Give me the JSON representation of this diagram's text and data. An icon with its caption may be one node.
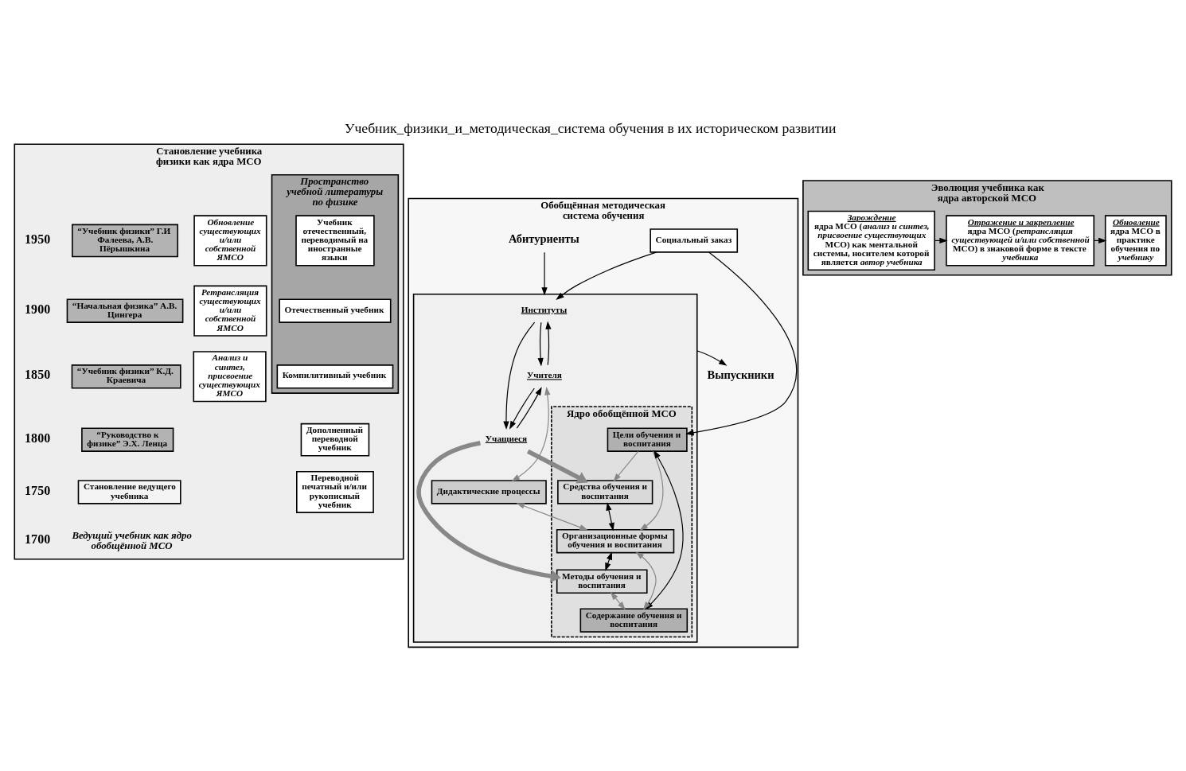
{
  "diagram": {
    "title": "Учебник_физики_и_методическая_система обучения в их историческом развитии",
    "nodes": [
      {
        "text": [
          "Становление учебника физики как ядра МСО"
        ]
      },
      {
        "text": [
          "Пространство",
          "учебной литературы",
          "по физике"
        ],
        "in": 0
      },
      {
        "text": [
          "Учебник отечественный, переводимый на иностранные языки"
        ],
        "in": 1
      },
      {
        "text": [
          "Отечественный учебник"
        ],
        "in": 1
      },
      {
        "text": [
          "Компилятивный учебник"
        ],
        "in": 1
      },
      {
        "text": [
          "Дополненный переводной учебник"
        ],
        "in": 0
      },
      {
        "text": [
          "Переводной печатный и/или рукописный учебник"
        ],
        "in": 0
      },
      {
        "text": [
          "Обновление существующих и/или собственной ЯМСО"
        ],
        "in": 0
      },
      {
        "text": [
          "Ретрансляция существующих и/или собственной ЯМСО"
        ],
        "in": 0
      },
      {
        "text": [
          "Анализ и синтез, присвоение существующих ЯМСО"
        ],
        "in": 0
      },
      {
        "text": [
          "“Учебник физики” Г.И Фалеева, А.В. Пёрышкина"
        ],
        "in": 0
      },
      {
        "text": [
          "“Начальная физика” А.В. Цингера"
        ],
        "in": 0
      },
      {
        "text": [
          "“Учебник физики” К.Д. Краевича"
        ],
        "in": 0
      },
      {
        "text": [
          "“Руководство к физике” Э.Х. Ленца"
        ],
        "in": 0
      },
      {
        "text": [
          "Становление ведущего учебника"
        ],
        "in": 0,
        "beside": [
          "Ведущий учебник как ядро обобщённой МСО"
        ]
      },
      {
        "text": [
          "Обобщённая методическая система обучения"
        ]
      },
      {
        "text": [
          "Социальный заказ"
        ],
        "in": 15
      },
      {
        "text": [
          "Абитуриенты"
        ],
        "in": 15
      },
      {
        "text": [],
        "shape": "box",
        "in": 15
      },
      {
        "text": [
          "Институты"
        ],
        "in": 18
      },
      {
        "text": [
          "Учителя"
        ],
        "in": 18
      },
      {
        "text": [
          "Учащиеся"
        ],
        "in": 18
      },
      {
        "text": [
          "Дидактические процессы"
        ],
        "in": 18
      },
      {
        "text": [
          "Ядро обобщённой МСО"
        ],
        "in": 18
      },
      {
        "text": [
          "Средства обучения и воспитания"
        ],
        "in": 23
      },
      {
        "text": [
          "Цели обучения и воспитания"
        ],
        "in": 23
      },
      {
        "text": [
          "Организационные формы обучения и воспитания"
        ],
        "in": 23
      },
      {
        "text": [
          "Содержание обучения и воспитания"
        ],
        "in": 23
      },
      {
        "text": [
          "Методы обучения и воспитания"
        ],
        "in": 23
      },
      {
        "text": [
          "Выпускники"
        ],
        "in": 15
      },
      {
        "text": [
          "Эволюция учебника как ядра авторской МСО"
        ]
      },
      {
        "text": [
          "Зарождение",
          "ядра МСО (*анализ и синтез, присвоение существующих* МСО) как ментальной системы, носителем которой является *автор учебника*"
        ],
        "in": 30
      },
      {
        "text": [
          "Отражение и закрепление",
          "ядра МСО (*ретрансляция существующей и/или собственной* МСО) в знаковой форме в тексте *учебника*"
        ],
        "in": 30
      },
      {
        "text": [
          "Обновление",
          "ядра МСО в практике обучения по *учебнику*"
        ],
        "in": 30
      }
    ],
    "edges": [
      {
        "from": 17,
        "to": 18,
        "arrow": "to"
      },
      {
        "from": 18,
        "to": 29,
        "arrow": "to"
      },
      {
        "from": 16,
        "to": 19,
        "arrow": "to"
      },
      {
        "from": 16,
        "to": 25,
        "arrow": "to"
      },
      {
        "from": 19,
        "to": 20,
        "arrow": "to"
      },
      {
        "from": 20,
        "to": 19,
        "arrow": "to"
      },
      {
        "from": 20,
        "to": 21,
        "arrow": "to"
      },
      {
        "from": 21,
        "to": 20,
        "arrow": "to"
      },
      {
        "from": 19,
        "to": 21,
        "arrow": "to"
      },
      {
        "from": 20,
        "to": 22,
        "arrow": "both",
        "color": "#888888"
      },
      {
        "from": 22,
        "to": 26,
        "arrow": "both",
        "color": "#888888"
      },
      {
        "from": 21,
        "to": 24,
        "arrow": "to",
        "style": "thick",
        "color": "#888888"
      },
      {
        "from": 21,
        "to": 28,
        "arrow": "to",
        "style": "thick",
        "color": "#888888"
      },
      {
        "from": 24,
        "to": 26,
        "arrow": "both"
      },
      {
        "from": 26,
        "to": 28,
        "arrow": "both"
      },
      {
        "from": 25,
        "to": 24,
        "arrow": "to",
        "color": "#888888"
      },
      {
        "from": 25,
        "to": 26,
        "arrow": "to",
        "color": "#888888"
      },
      {
        "from": 25,
        "to": 27,
        "arrow": "both"
      },
      {
        "from": 27,
        "to": 26,
        "arrow": "both",
        "color": "#888888"
      },
      {
        "from": 28,
        "to": 27,
        "arrow": "both",
        "color": "#888888"
      },
      {
        "from": 31,
        "to": 32,
        "arrow": "to"
      },
      {
        "from": 32,
        "to": 33,
        "arrow": "to"
      }
    ],
    "labels": [
      "1950",
      "1900",
      "1850",
      "1800",
      "1750",
      "1700"
    ]
  }
}
